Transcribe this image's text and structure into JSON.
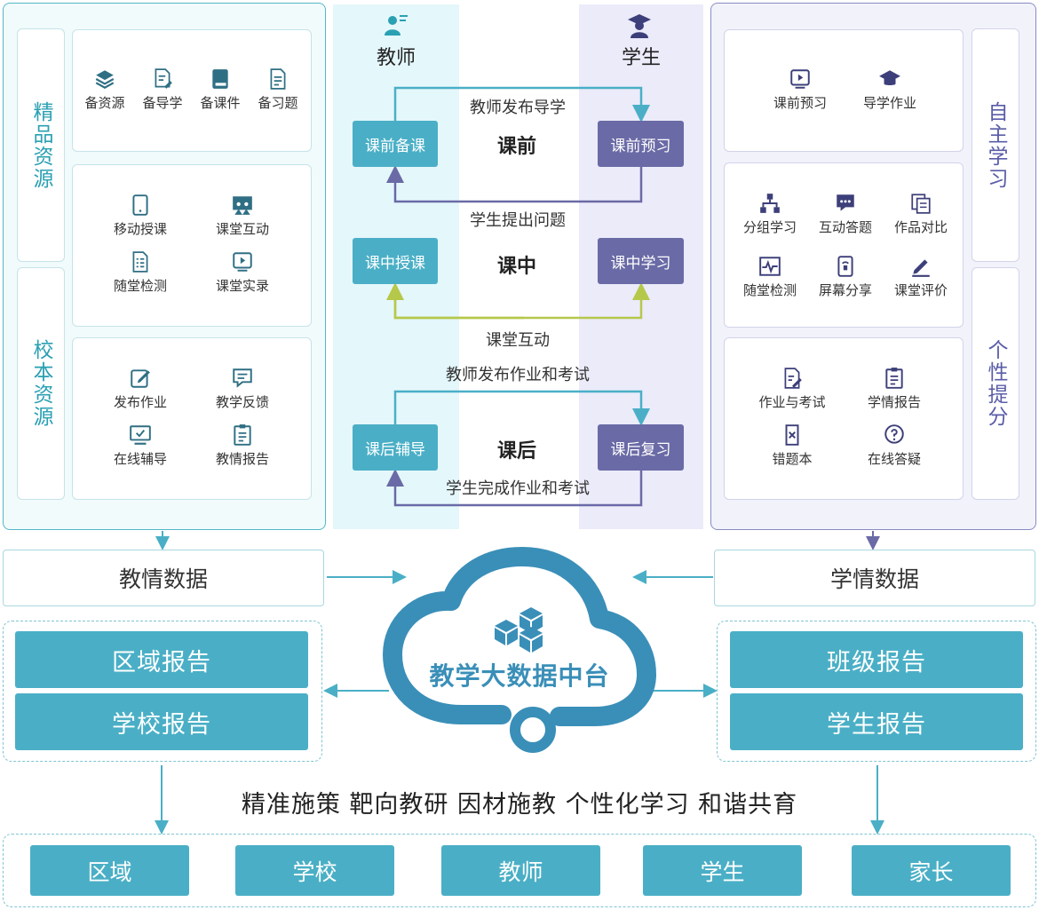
{
  "left_panel": {
    "label_top": "精品资源",
    "label_bottom": "校本资源",
    "card1": [
      "备资源",
      "备导学",
      "备课件",
      "备习题"
    ],
    "card2": [
      "移动授课",
      "课堂互动",
      "随堂检测",
      "课堂实录"
    ],
    "card3": [
      "发布作业",
      "教学反馈",
      "在线辅导",
      "教情报告"
    ]
  },
  "right_panel": {
    "label_top": "自主学习",
    "label_bottom": "个性提分",
    "card1": [
      "课前预习",
      "导学作业"
    ],
    "card2": [
      "分组学习",
      "互动答题",
      "作品对比",
      "随堂检测",
      "屏幕分享",
      "课堂评价"
    ],
    "card3": [
      "作业与考试",
      "学情报告",
      "错题本",
      "在线答疑"
    ]
  },
  "teacher_col": {
    "title": "教师",
    "boxes": [
      "课前备课",
      "课中授课",
      "课后辅导"
    ]
  },
  "student_col": {
    "title": "学生",
    "boxes": [
      "课前预习",
      "课中学习",
      "课后复习"
    ]
  },
  "phases": [
    "课前",
    "课中",
    "课后"
  ],
  "flows": [
    "教师发布导学",
    "学生提出问题",
    "课堂互动",
    "教师发布作业和考试",
    "学生完成作业和考试"
  ],
  "data": {
    "teaching": "教情数据",
    "learning": "学情数据"
  },
  "center": "教学大数据中台",
  "reports_left": [
    "区域报告",
    "学校报告"
  ],
  "reports_right": [
    "班级报告",
    "学生报告"
  ],
  "slogan": "精准施策  靶向教研  因材施教  个性化学习  和谐共育",
  "audiences": [
    "区域",
    "学校",
    "教师",
    "学生",
    "家长"
  ],
  "colors": {
    "teal": "#4aafc6",
    "purple": "#6a6aa6",
    "cloud": "#3a8fb8"
  }
}
